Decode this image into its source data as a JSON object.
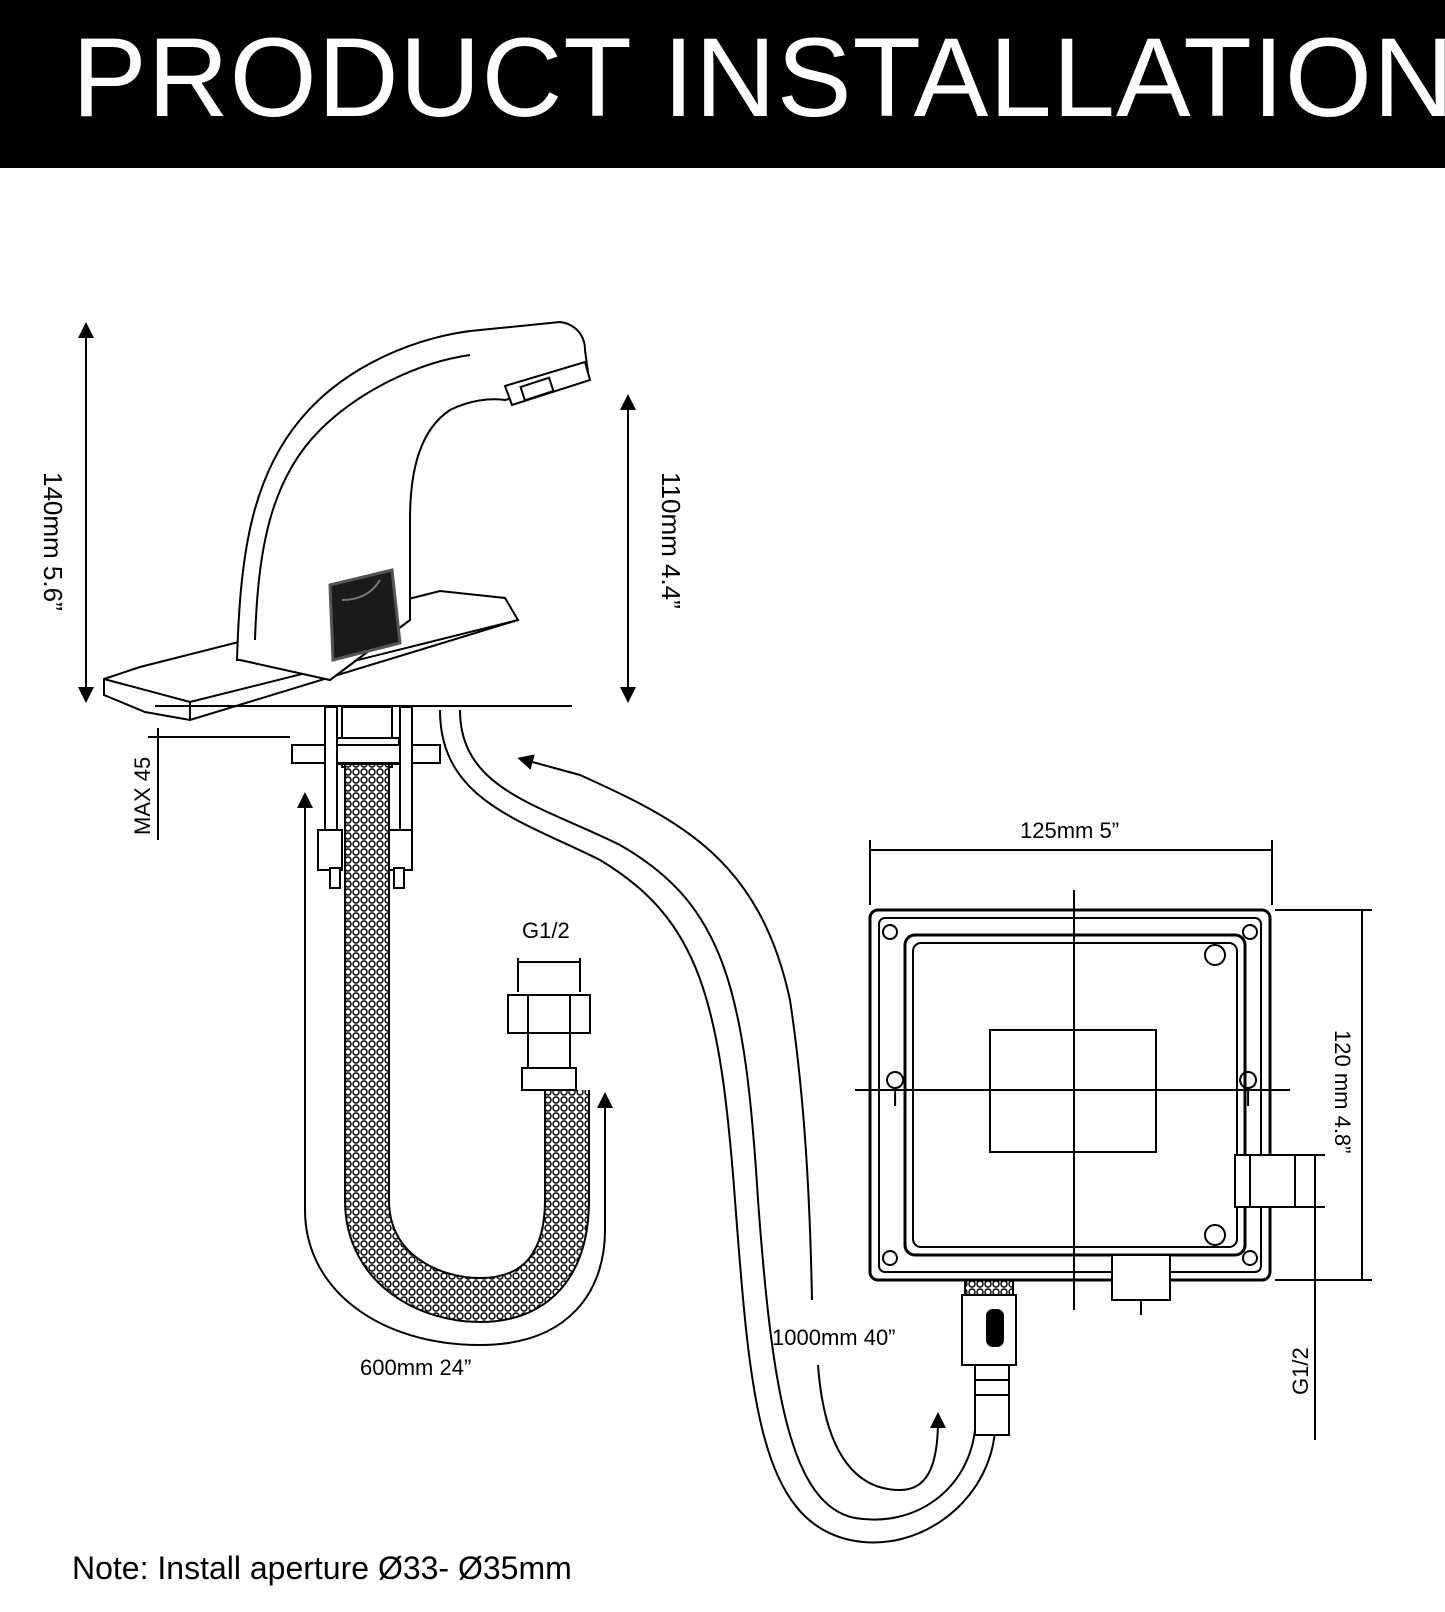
{
  "header": {
    "title": "PRODUCT INSTALLATION"
  },
  "dimensions": {
    "total_height": "140mm 5.6”",
    "spout_height": "110mm 4.4”",
    "max_deck": "MAX 45",
    "hose_thread": "G1/2",
    "hose_length": "600mm 24”",
    "cable_length": "1000mm 40”",
    "box_width": "125mm 5”",
    "box_height": "120 mm 4.8”",
    "box_thread": "G1/2"
  },
  "note": "Note: Install aperture Ø33- Ø35mm",
  "colors": {
    "header_bg": "#000000",
    "header_text": "#ffffff",
    "line": "#000000"
  }
}
